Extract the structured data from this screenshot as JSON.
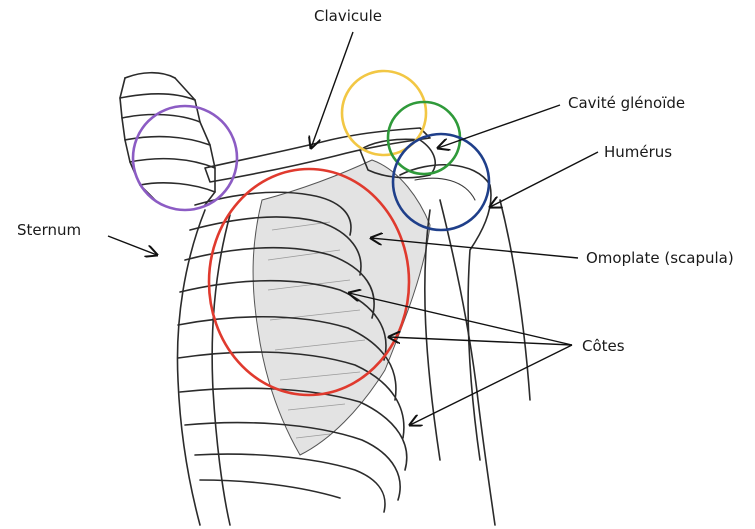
{
  "figure": {
    "labels": {
      "clavicule": "Clavicule",
      "cavite": "Cavité glénoïde",
      "humerus": "Humérus",
      "sternum": "Sternum",
      "omoplate": "Omoplate (scapula)",
      "cotes": "Côtes"
    },
    "colors": {
      "purple": "#8c5cc4",
      "yellow": "#f2c744",
      "green": "#2f9a3a",
      "navy": "#1f3f8a",
      "red": "#e03a2e",
      "bone_shade": "#e3e3e3",
      "ink": "#2b2b2b"
    }
  }
}
